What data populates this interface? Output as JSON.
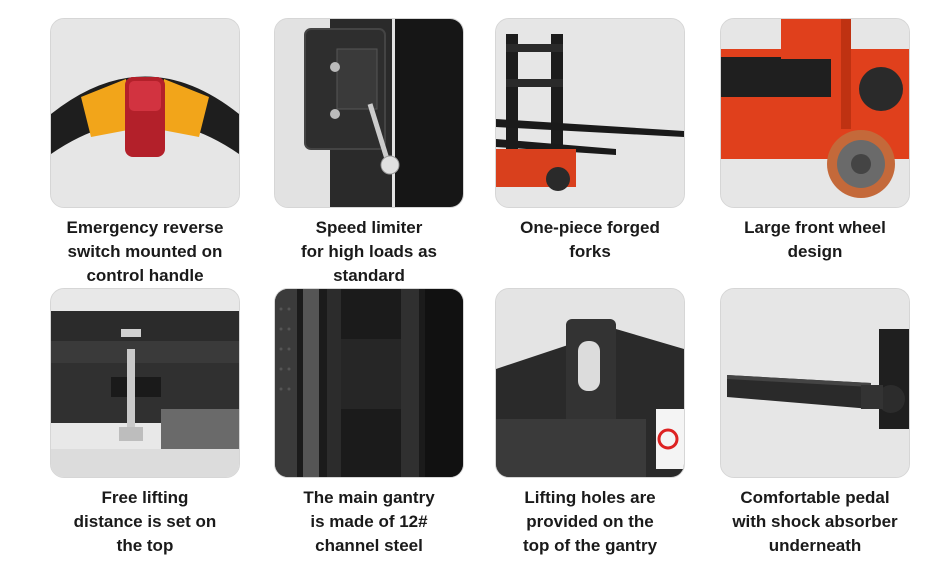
{
  "features": [
    {
      "caption": "Emergency reverse\nswitch mounted on\ncontrol handle"
    },
    {
      "caption": "Speed limiter\nfor high loads as\nstandard"
    },
    {
      "caption": "One-piece forged\nforks"
    },
    {
      "caption": "Large front wheel\ndesign"
    },
    {
      "caption": "Free lifting\ndistance is set on\nthe top"
    },
    {
      "caption": "The main gantry\nis made of 12#\nchannel steel"
    },
    {
      "caption": "Lifting holes are\nprovided on the\ntop of the gantry"
    },
    {
      "caption": "Comfortable pedal\nwith shock absorber\nunderneath"
    }
  ],
  "colors": {
    "machine_red": "#e0401c",
    "steel_black": "#1c1c1c",
    "handle_yellow": "#f2a51a",
    "switch_red": "#b3202a"
  }
}
